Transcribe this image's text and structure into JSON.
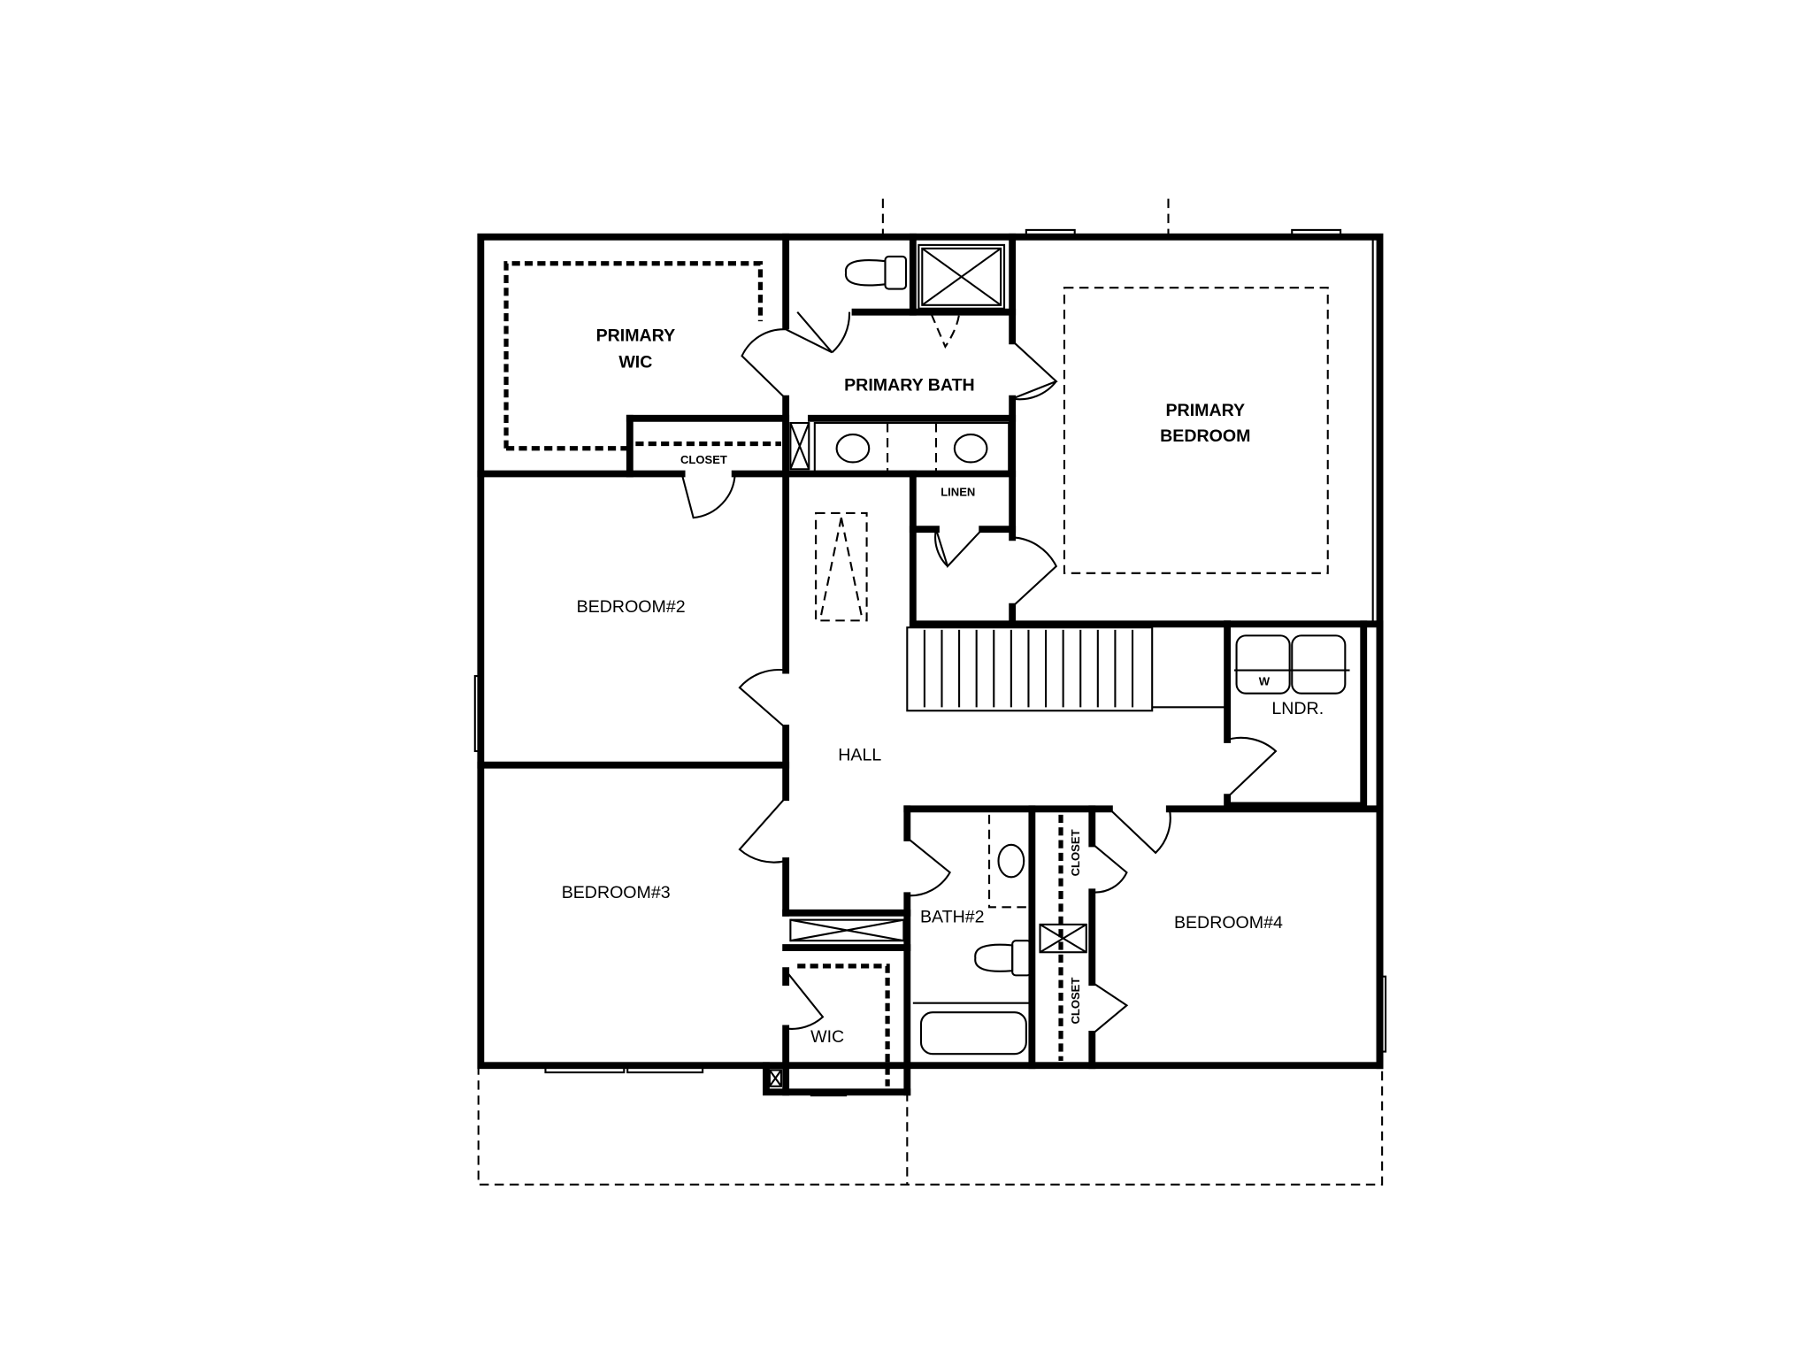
{
  "floor_plan": {
    "rooms": {
      "primary_wic": [
        "PRIMARY",
        "WIC"
      ],
      "primary_bath": "PRIMARY BATH",
      "primary_bedroom": [
        "PRIMARY",
        "BEDROOM"
      ],
      "closet_top": "CLOSET",
      "linen": "LINEN",
      "bedroom2": "BEDROOM#2",
      "hall": "HALL",
      "bedroom3": "BEDROOM#3",
      "bath2": "BATH#2",
      "wic": "WIC",
      "bedroom4": "BEDROOM#4",
      "laundry": "LNDR.",
      "closet_b4_upper": "CLOSET",
      "closet_b4_lower": "CLOSET",
      "washer": "W"
    },
    "colors": {
      "line": "#000000",
      "background": "#ffffff"
    }
  }
}
